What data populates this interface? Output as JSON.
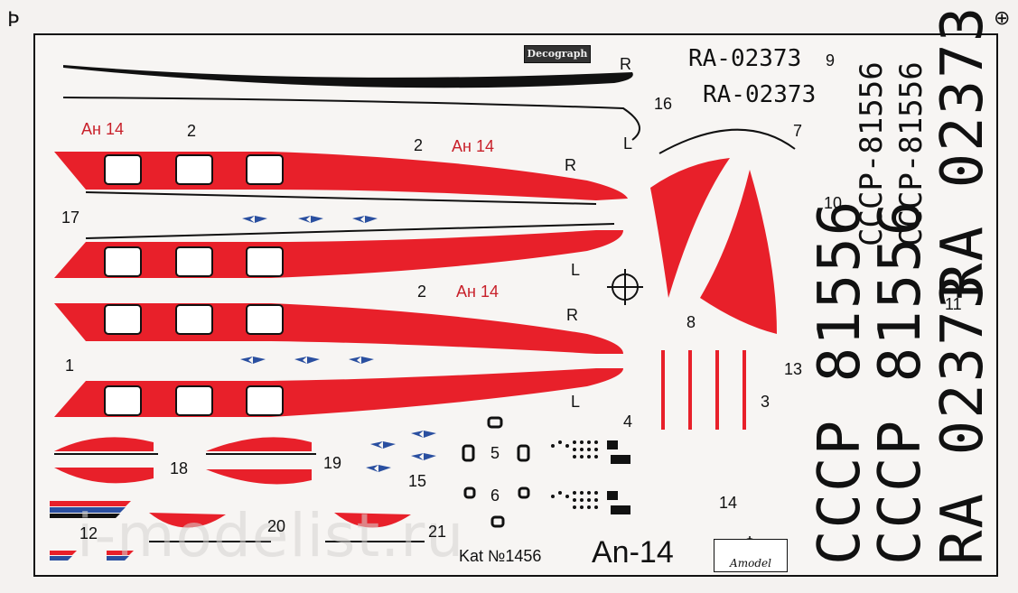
{
  "brand_label": "Decograph",
  "catalog_label": "Kat №1456",
  "model_label": "An-14",
  "manufacturer_label": "Amodel",
  "watermark": "i-modelist.ru",
  "registrations": {
    "small_1": "RA-02373",
    "small_2": "RA-02373",
    "thin_v1": "СССР-81556",
    "thin_v2": "СССР-81556",
    "big_v1": "СССР 81556",
    "big_v2": "СССР 81556",
    "big_v3": "RA 02373",
    "big_v4_part": "RA 02373"
  },
  "wing_marks": {
    "mark_1": "Ан 14",
    "mark_2": "Ан 14",
    "mark_3": "Ан 14"
  },
  "decal_numbers": [
    "1",
    "2",
    "2",
    "2",
    "3",
    "4",
    "5",
    "6",
    "7",
    "8",
    "9",
    "10",
    "11",
    "12",
    "13",
    "14",
    "15",
    "16",
    "17",
    "18",
    "19",
    "20",
    "21"
  ],
  "side_letters": [
    "R",
    "L",
    "R",
    "L",
    "R",
    "L"
  ],
  "colors": {
    "red": "#e8202a",
    "black": "#111111",
    "paper": "#f7f5f3",
    "stripe_blue": "#2a4fa0"
  }
}
